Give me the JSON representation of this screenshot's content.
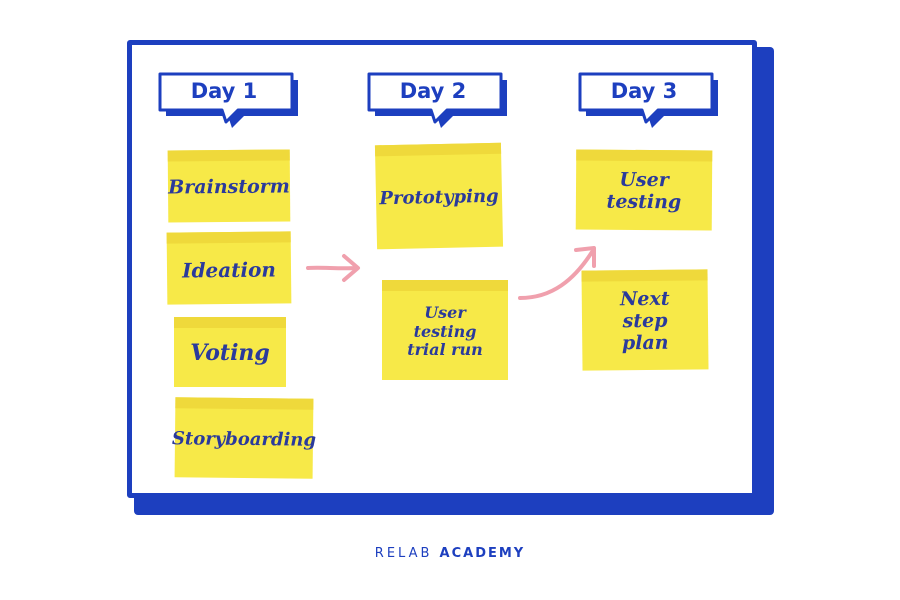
{
  "columns": [
    {
      "header": "Day 1",
      "notes": [
        "Brainstorm",
        "Ideation",
        "Voting",
        "Storyboarding"
      ]
    },
    {
      "header": "Day 2",
      "notes": [
        "Prototyping",
        "User testing trial run"
      ]
    },
    {
      "header": "Day 3",
      "notes": [
        "User testing",
        "Next step plan"
      ]
    }
  ],
  "footer": {
    "brand_light": "RELAB",
    "brand_bold": "ACADEMY"
  },
  "colors": {
    "brand_blue": "#1d3fbf",
    "sticky_yellow": "#f7e948",
    "sticky_band": "#efd93b",
    "sticky_text": "#2a3a9c",
    "arrow_pink": "#f0a0ad"
  }
}
